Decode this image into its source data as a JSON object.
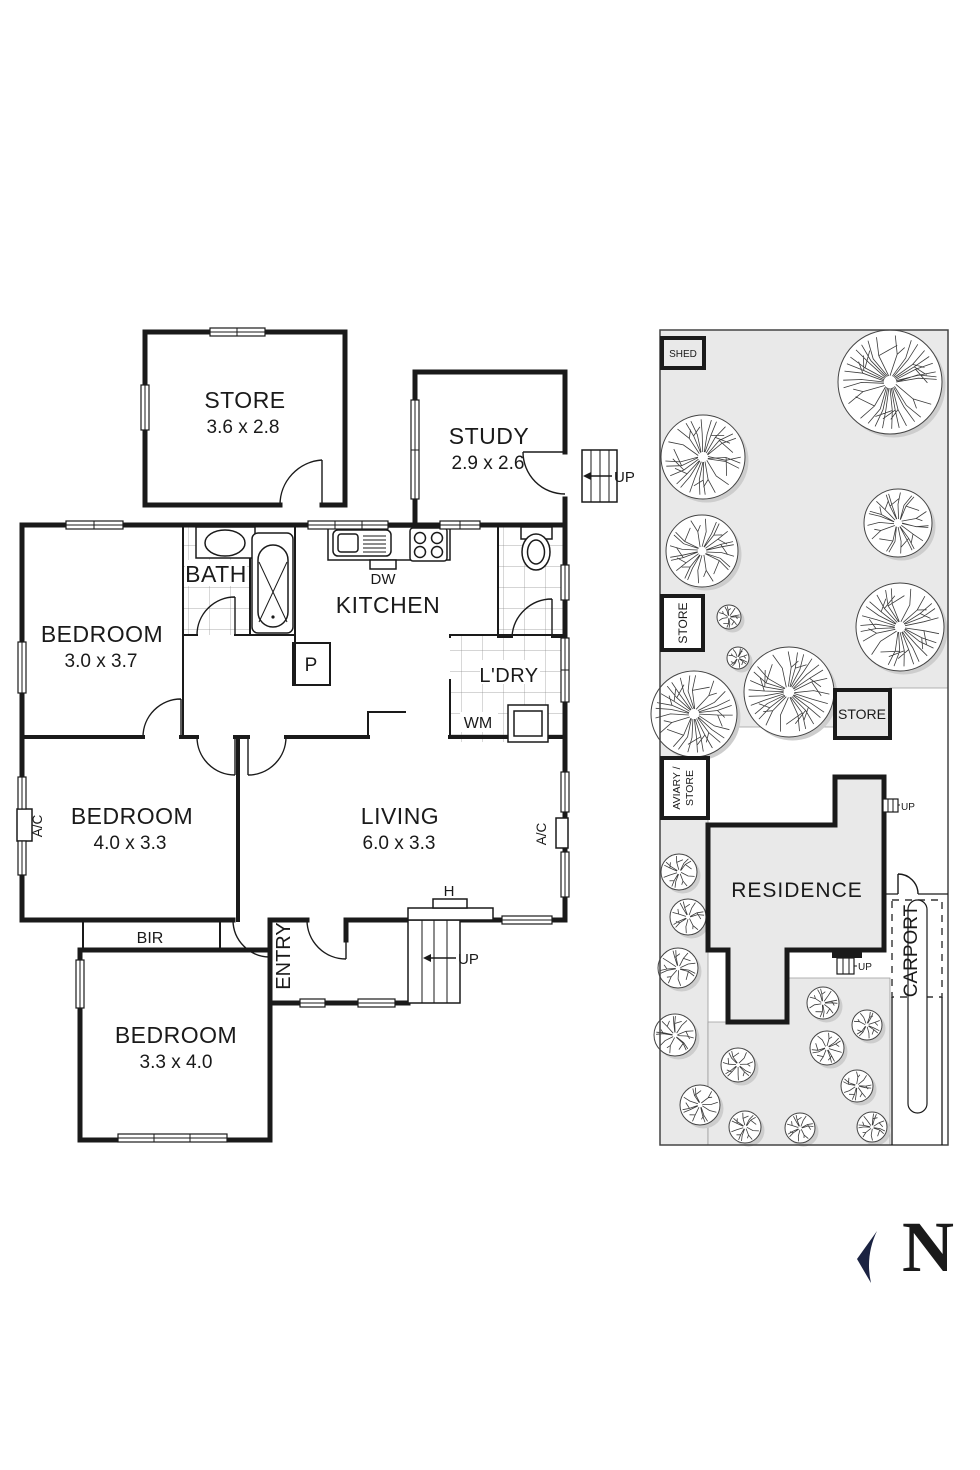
{
  "floor_plan": {
    "rooms": {
      "store": {
        "label": "STORE",
        "dims": "3.6 x 2.8"
      },
      "study": {
        "label": "STUDY",
        "dims": "2.9 x 2.6"
      },
      "bedroom1": {
        "label": "BEDROOM",
        "dims": "3.0 x 3.7"
      },
      "bedroom2": {
        "label": "BEDROOM",
        "dims": "4.0 x 3.3"
      },
      "bedroom3": {
        "label": "BEDROOM",
        "dims": "3.3 x 4.0"
      },
      "living": {
        "label": "LIVING",
        "dims": "6.0 x 3.3"
      },
      "kitchen": {
        "label": "KITCHEN"
      },
      "bath": {
        "label": "BATH"
      },
      "laundry": {
        "label": "L'DRY"
      },
      "entry": {
        "label": "ENTRY"
      }
    },
    "annotations": {
      "dw": "DW",
      "wm": "WM",
      "pantry": "P",
      "bir": "BIR",
      "ac": "A/C",
      "hot_water": "H",
      "up": "UP"
    }
  },
  "site_plan": {
    "shed": "SHED",
    "store_left": "STORE",
    "store_rear": "STORE",
    "aviary_line1": "AVIARY /",
    "aviary_line2": "STORE",
    "residence": "RESIDENCE",
    "carport": "CARPORT",
    "up": "UP",
    "north": "N",
    "trees": [
      [
        890,
        382,
        52
      ],
      [
        703,
        457,
        42
      ],
      [
        702,
        551,
        36
      ],
      [
        729,
        617,
        12
      ],
      [
        738,
        658,
        11
      ],
      [
        789,
        692,
        45
      ],
      [
        898,
        523,
        34
      ],
      [
        900,
        627,
        44
      ],
      [
        694,
        714,
        43
      ],
      [
        679,
        872,
        18
      ],
      [
        688,
        917,
        18
      ],
      [
        678,
        968,
        20
      ],
      [
        675,
        1035,
        21
      ],
      [
        823,
        1003,
        16
      ],
      [
        867,
        1025,
        15
      ],
      [
        827,
        1048,
        17
      ],
      [
        857,
        1086,
        16
      ],
      [
        738,
        1065,
        17
      ],
      [
        700,
        1105,
        20
      ],
      [
        745,
        1127,
        16
      ],
      [
        800,
        1128,
        15
      ],
      [
        872,
        1127,
        15
      ]
    ]
  },
  "colors": {
    "wall": "#1a1a1a",
    "ground": "#e9e9e9",
    "north": "#1b2342"
  }
}
